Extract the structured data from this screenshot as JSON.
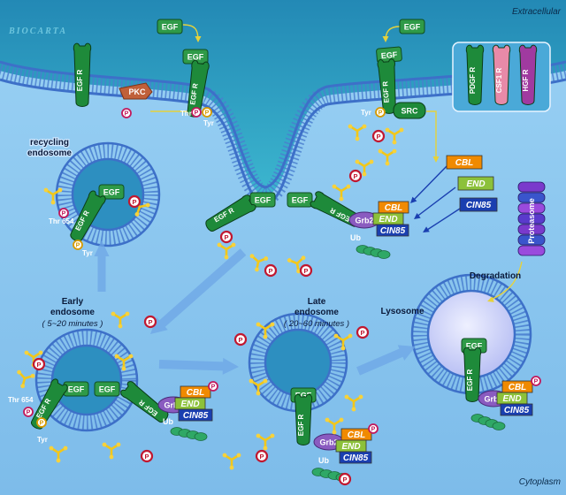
{
  "compartments": {
    "extracellular": "Extracellular",
    "cytoplasm": "Cytoplasm"
  },
  "brand": "BIOCARTA",
  "labels": {
    "egf": "EGF",
    "egfr": "EGF R",
    "pkc": "PKC",
    "src": "SRC",
    "thr": "Thr",
    "tyr": "Tyr",
    "thr654": "Thr 654",
    "p": "P",
    "grb2": "Grb2",
    "ub": "Ub",
    "cbl": "CBL",
    "end": "END",
    "cin85": "CIN85",
    "proteasome": "Proteasome",
    "degradation": "Degradation",
    "lysosome": "Lysosome",
    "recycling_line1": "recycling",
    "recycling_line2": "endosome",
    "early_line1": "Early",
    "early_line2": "endosome",
    "early_time": "( 5~20 minutes )",
    "late_line1": "Late",
    "late_line2": "endosome",
    "late_time": "( 20~60 minutes )"
  },
  "other_receptors": [
    "PDGF R",
    "CSF1 R",
    "HGF R"
  ],
  "colors": {
    "cytoplasm": "#8ec8f0",
    "extracellular": "#2e9fc0",
    "receptor": "#1e8a3a",
    "egf": "#2f9a48",
    "pkc": "#c0603a",
    "cbl": "#f08a00",
    "end": "#8cc13a",
    "cin85": "#1a3fb0",
    "grb2": "#8a5bc0",
    "lysosome": "#d8dcff",
    "pdgfr": "#1e8a3a",
    "csf1r": "#e88aa8",
    "hgfr": "#a03aa0"
  }
}
